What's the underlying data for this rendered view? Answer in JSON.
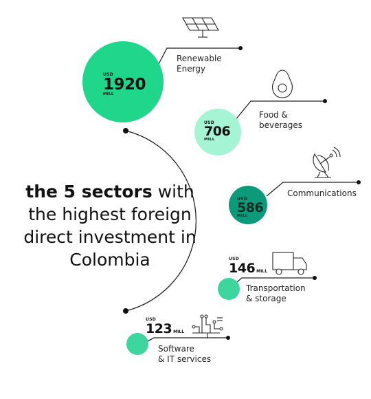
{
  "title": {
    "highlight": "the 5 sectors",
    "rest_line1": " with",
    "line2": "the highest foreign",
    "line3": "direct investment in",
    "line4": "Colombia"
  },
  "currency": "USD",
  "unit": "MILL",
  "sectors": [
    {
      "value": "1920",
      "label_line1": "Renewable",
      "label_line2": "Energy",
      "icon": "solar-panel-icon",
      "color": "#1fd68b"
    },
    {
      "value": "706",
      "label_line1": "Food &",
      "label_line2": "beverages",
      "icon": "avocado-icon",
      "color": "#a5f5d5"
    },
    {
      "value": "586",
      "label_line1": "Communications",
      "label_line2": "",
      "icon": "satellite-dish-icon",
      "color": "#0b9a7a"
    },
    {
      "value": "146",
      "label_line1": "Transportation",
      "label_line2": "& storage",
      "icon": "truck-icon",
      "color": "#3dd69f"
    },
    {
      "value": "123",
      "label_line1": "Software",
      "label_line2": "& IT services",
      "icon": "circuit-icon",
      "color": "#3dd69f"
    }
  ]
}
